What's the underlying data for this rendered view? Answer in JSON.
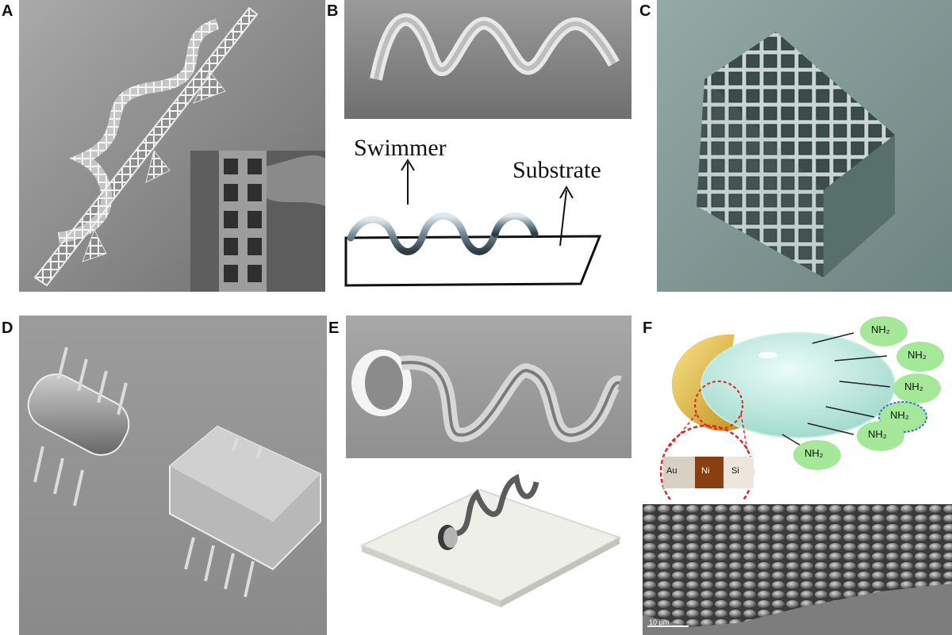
{
  "panels": [
    {
      "letter": "A"
    },
    {
      "letter": "B"
    },
    {
      "letter": "C"
    },
    {
      "letter": "D"
    },
    {
      "letter": "E"
    },
    {
      "letter": "F"
    }
  ],
  "panel_b": {
    "swimmer_label": "Swimmer",
    "substrate_label": "Substrate"
  },
  "panel_f": {
    "amine_label": "NH₂",
    "layers": [
      "Au",
      "Ni",
      "Si"
    ],
    "scale_bar": "10 µm"
  },
  "colors": {
    "sem_gray": "#8a8a8a",
    "sem_teal": "#7f9a97",
    "gold": "#e2b53a",
    "nh2_green": "#a6e89a",
    "circle_red": "#d8262a",
    "circle_blue": "#3b6fd8"
  }
}
